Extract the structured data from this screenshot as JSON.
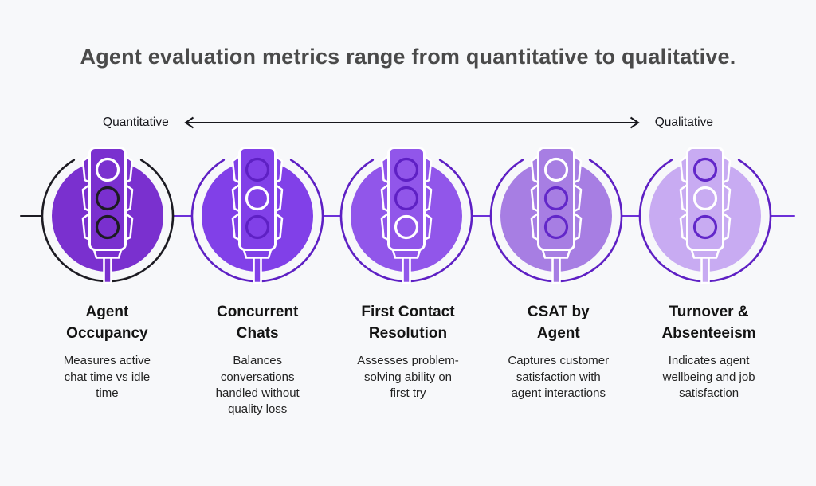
{
  "title": "Agent evaluation metrics range from quantitative to qualitative.",
  "background": "#F7F8FA",
  "axis": {
    "left_label": "Quantitative",
    "right_label": "Qualitative",
    "arrow_color": "#17171C"
  },
  "connector_segments": [
    "#1C1B22",
    "#6C30D8",
    "#6C30D8",
    "#6C30D8",
    "#6C30D8",
    "#6C30D8"
  ],
  "nodes": [
    {
      "title": "Agent\nOccupancy",
      "description": "Measures active\nchat time vs idle\ntime",
      "fill": "#7A30CF",
      "ring": "#1C1B22",
      "inactive_color": "#1C1B22",
      "active_color": "#FFFFFF",
      "active_light": 0
    },
    {
      "title": "Concurrent\nChats",
      "description": "Balances\nconversations\nhandled without\nquality loss",
      "fill": "#8140E8",
      "ring": "#5E20C4",
      "inactive_color": "#5E20C4",
      "active_color": "#FFFFFF",
      "active_light": 1
    },
    {
      "title": "First Contact\nResolution",
      "description": "Assesses problem-\nsolving ability on\nfirst try",
      "fill": "#9156EA",
      "ring": "#5E20C4",
      "inactive_color": "#5E20C4",
      "active_color": "#FFFFFF",
      "active_light": 2
    },
    {
      "title": "CSAT by\nAgent",
      "description": "Captures customer\nsatisfaction with\nagent interactions",
      "fill": "#A77EE3",
      "ring": "#5E20C4",
      "inactive_color": "#6227C9",
      "active_color": "#FFFFFF",
      "active_light": 0
    },
    {
      "title": "Turnover &\nAbsenteeism",
      "description": "Indicates agent\nwellbeing and job\nsatisfaction",
      "fill": "#C8ABF2",
      "ring": "#5E20C4",
      "inactive_color": "#6227C9",
      "active_color": "#FFFFFF",
      "active_light": 1
    }
  ]
}
